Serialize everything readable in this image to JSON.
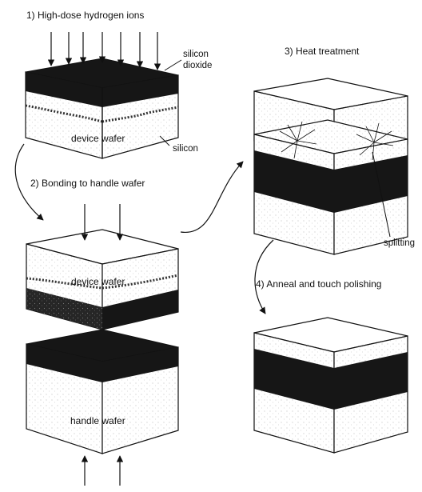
{
  "steps": {
    "step1": "1) High-dose hydrogen ions",
    "step2": "2) Bonding to handle wafer",
    "step3": "3) Heat treatment",
    "step4": "4) Anneal and touch polishing"
  },
  "labels": {
    "silicon_dioxide_1": "silicon",
    "silicon_dioxide_2": "dioxide",
    "silicon": "silicon",
    "device_wafer_1": "device wafer",
    "device_wafer_2": "device wafer",
    "handle_wafer": "handle wafer",
    "splitting": "splitting"
  },
  "colors": {
    "oxide": "#161616",
    "outline": "#111111",
    "silicon_face": "#ffffff",
    "hydrogen_dots": "#333333"
  }
}
